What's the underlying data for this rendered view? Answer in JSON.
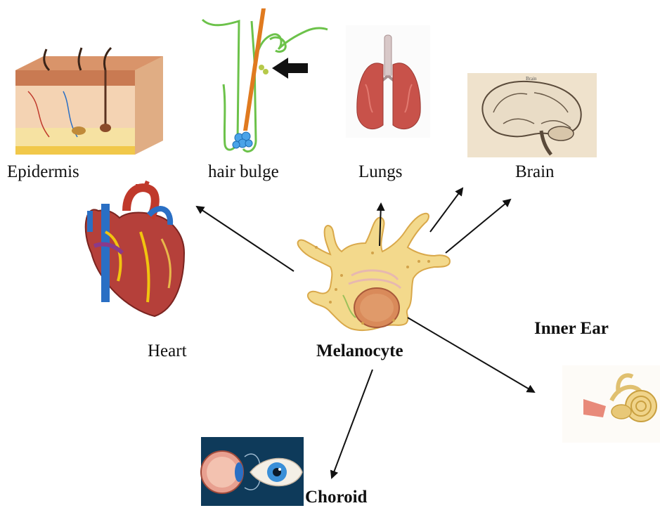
{
  "labels": {
    "epidermis": "Epidermis",
    "hair_bulge": "hair bulge",
    "lungs": "Lungs",
    "brain": "Brain",
    "heart": "Heart",
    "center": "Melanocyte",
    "inner_ear": "Inner Ear",
    "choroid": "Choroid"
  },
  "brain_image_caption": "Brain",
  "colors": {
    "arrow": "#111111",
    "cell_body": "#f3d98c",
    "cell_outline": "#d9a84a",
    "nucleus": "#d98a5a",
    "lung": "#c8524a",
    "heart": "#b5403a",
    "vessel_blue": "#2a6fc4",
    "hair_green": "#6cc24a",
    "hair_orange": "#e07a1f",
    "skin": "#e9b98f"
  }
}
